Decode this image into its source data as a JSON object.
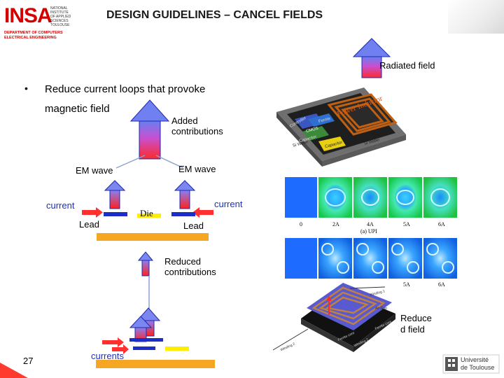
{
  "header": {
    "logo_text": "INSA",
    "logo_sub_lines": [
      "NATIONAL INSTITUTE",
      "OF APPLIED",
      "SCIENCES",
      "TOULOUSE"
    ],
    "department": "DEPARTMENT OF COMPUTERS ELECTRICAL ENGINEERING",
    "title": "DESIGN GUIDELINES – CANCEL FIELDS"
  },
  "bullet": {
    "marker": "•",
    "line1": "Reduce current loops that provoke",
    "line2": "magnetic field"
  },
  "labels": {
    "radiated_field": "Radiated field",
    "added_contributions_1": "Added",
    "added_contributions_2": "contributions",
    "em_wave_left": "EM wave",
    "em_wave_right": "EM wave",
    "current_left": "current",
    "current_right": "current",
    "lead_left": "Lead",
    "lead_right": "Lead",
    "die": "Die",
    "reduced_1": "Reduced",
    "reduced_2": "contributions",
    "reduce_field_1": "Reduce",
    "reduce_field_2": "d field",
    "currents": "currents"
  },
  "pcb": {
    "power_inductor": "Power Inductor",
    "labels": [
      "Ferrite",
      "CMOS",
      "Capacitor",
      "Si Wafer",
      "Si Wafer",
      "Capacitor",
      "Controller"
    ]
  },
  "field_maps": {
    "top_row_labels": [
      "0",
      "2A",
      "4A",
      "5A",
      "6A"
    ],
    "top_caption": "(a) UPI",
    "bottom_row_labels": [
      "5A",
      "6A"
    ]
  },
  "coil": {
    "labels": [
      "Winding 1",
      "Air Gap",
      "Ferrite core",
      "Winding 2",
      "Ferrite core",
      "Winding 2"
    ]
  },
  "footer": {
    "page_number": "27",
    "univ_line1": "Université",
    "univ_line2": "de Toulouse"
  },
  "colors": {
    "title_blue": "#1f3fb4",
    "red_text": "#d40000",
    "lead_orange": "#f5a623",
    "die_yellow": "#ffee00",
    "conductor_blue": "#1b2fc8"
  }
}
